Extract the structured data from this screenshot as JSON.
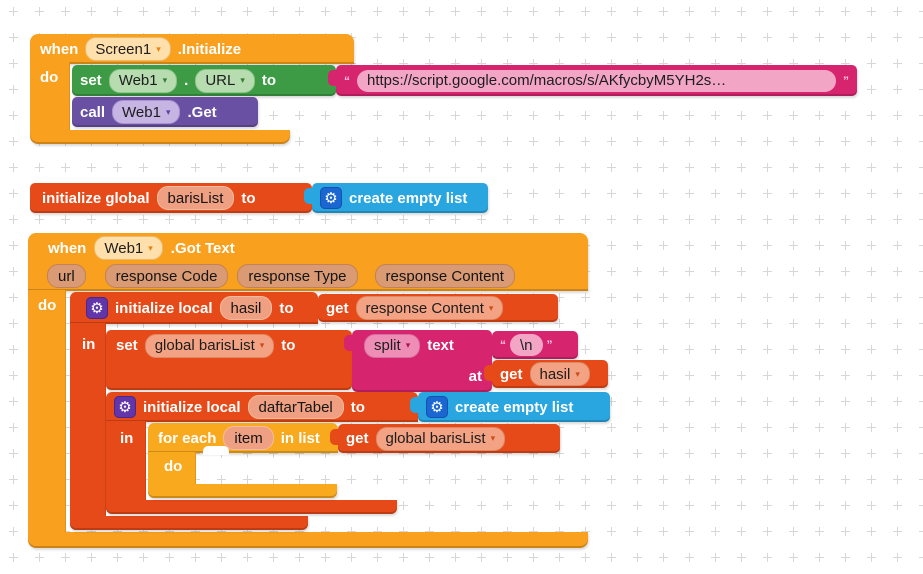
{
  "icons": {
    "caret": "▾",
    "gear": "⚙"
  },
  "colors": {
    "event_orange": "#F9A11E",
    "control_gold": "#F9A91E",
    "variable_red": "#E64A19",
    "text_magenta": "#D6246F",
    "list_blue": "#29A5DF",
    "setter_green": "#3E9B45",
    "call_purple": "#6950A2",
    "canvas_cross": "#d7d7d7"
  },
  "g1": {
    "when": "when",
    "component": "Screen1",
    "event": ".Initialize",
    "do": "do",
    "set": {
      "set": "set",
      "component": "Web1",
      "dot": ".",
      "property": "URL",
      "to": "to"
    },
    "url": {
      "oq": "“",
      "value": "https://script.google.com/macros/s/AKfycbyM5YH2s…",
      "cq": "”"
    },
    "call": {
      "call": "call",
      "component": "Web1",
      "method": ".Get"
    }
  },
  "g2": {
    "label": "initialize global",
    "name": "barisList",
    "to": "to",
    "list": "create empty list"
  },
  "g3": {
    "when": "when",
    "component": "Web1",
    "event": ".Got Text",
    "params": [
      "url",
      "response Code",
      "response Type",
      "response Content"
    ],
    "do": "do",
    "in1": "in",
    "in2": "in",
    "hasil": {
      "label": "initialize local",
      "name": "hasil",
      "to": "to"
    },
    "getrc": {
      "get": "get",
      "var": "response Content"
    },
    "setg": {
      "set": "set",
      "var": "global barisList",
      "to": "to"
    },
    "split": {
      "op": "split",
      "text": "text",
      "at": "at"
    },
    "nl": {
      "oq": "“",
      "value": "\\n",
      "cq": "”"
    },
    "gethasil": {
      "get": "get",
      "var": "hasil"
    },
    "daftar": {
      "label": "initialize local",
      "name": "daftarTabel",
      "to": "to",
      "list": "create empty list"
    },
    "foreach": {
      "for": "for each",
      "var": "item",
      "inlist": "in list",
      "do": "do"
    },
    "getglobal": {
      "get": "get",
      "var": "global barisList"
    }
  }
}
